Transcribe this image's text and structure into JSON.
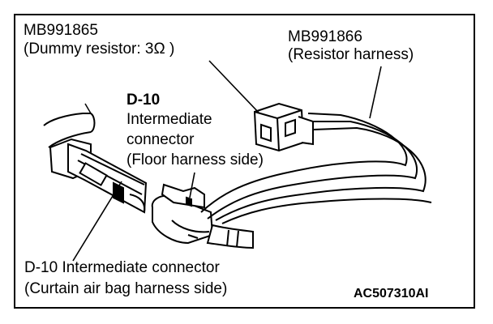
{
  "labels": {
    "dummy_resistor_code": "MB991865",
    "dummy_resistor_desc": "(Dummy resistor: 3Ω )",
    "resistor_harness_code": "MB991866",
    "resistor_harness_desc": "(Resistor harness)",
    "floor_connector_id": "D-10",
    "floor_connector_line1": "Intermediate",
    "floor_connector_line2": "connector",
    "floor_connector_line3": "(Floor harness side)",
    "curtain_connector_line1": "D-10 Intermediate connector",
    "curtain_connector_line2": "(Curtain air bag harness side)",
    "figure_code": "AC507310AI"
  }
}
